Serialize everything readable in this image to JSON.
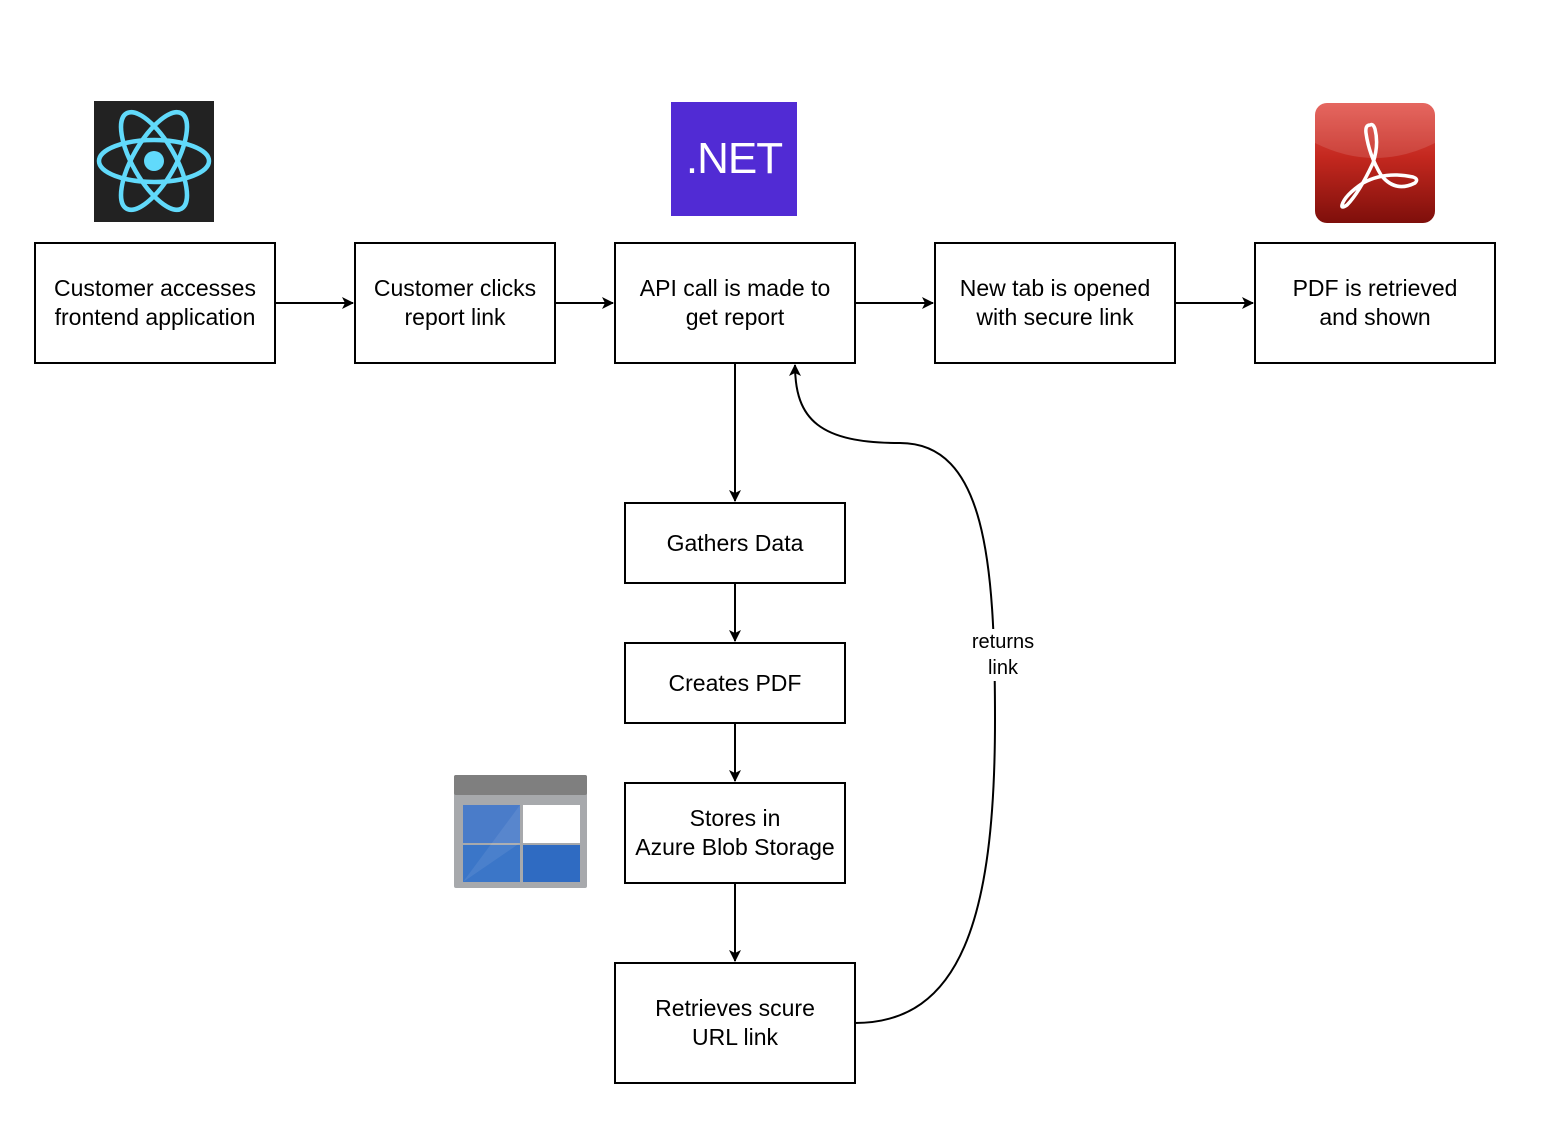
{
  "nodes": {
    "customer_accesses": "Customer accesses\nfrontend application",
    "customer_clicks": "Customer clicks\nreport link",
    "api_call": "API call is made to\nget report",
    "new_tab": "New tab is opened\nwith secure link",
    "pdf_shown": "PDF is retrieved\nand shown",
    "gathers_data": "Gathers Data",
    "creates_pdf": "Creates PDF",
    "stores_blob": "Stores in\nAzure Blob Storage",
    "retrieves_link": "Retrieves scure\nURL link"
  },
  "edge_labels": {
    "returns_link": "returns\nlink"
  },
  "logos": {
    "react": "react-icon",
    "dotnet": ".NET",
    "acrobat": "acrobat-icon",
    "blob": "azure-blob-storage-icon"
  },
  "colors": {
    "react_bg": "#222222",
    "react_blue": "#61dafb",
    "dotnet_purple": "#512bd4",
    "acrobat_red": "#b3201a",
    "azure_blue": "#3b76c8"
  }
}
